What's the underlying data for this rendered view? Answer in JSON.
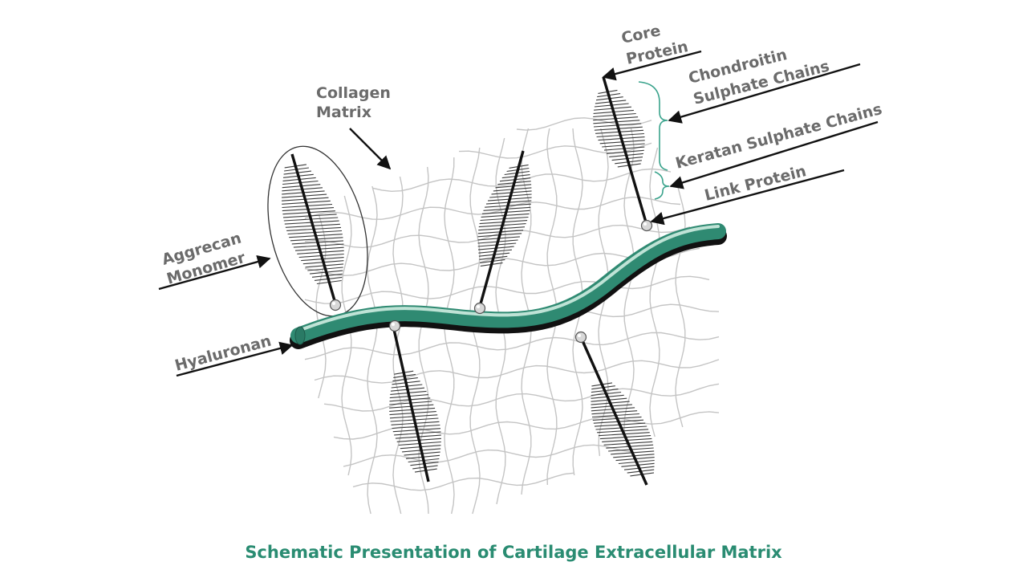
{
  "labels": {
    "core_protein_1": "Core",
    "core_protein_2": "Protein",
    "chondroitin_1": "Chondroitin",
    "chondroitin_2": "Sulphate Chains",
    "keratan": "Keratan Sulphate Chains",
    "link_protein": "Link Protein",
    "collagen_1": "Collagen",
    "collagen_2": "Matrix",
    "aggrecan_1": "Aggrecan",
    "aggrecan_2": "Monomer",
    "hyaluronan": "Hyaluronan"
  },
  "caption": "Schematic Presentation of Cartilage Extracellular Matrix",
  "colors": {
    "caption": "#2a8c72",
    "hyaluronan": "#2f8a72",
    "hyaluronan_highlight": "#bfe3d6",
    "brace": "#3aa38c",
    "label": "#6b6b6b",
    "mesh": "#bdbdbd"
  }
}
